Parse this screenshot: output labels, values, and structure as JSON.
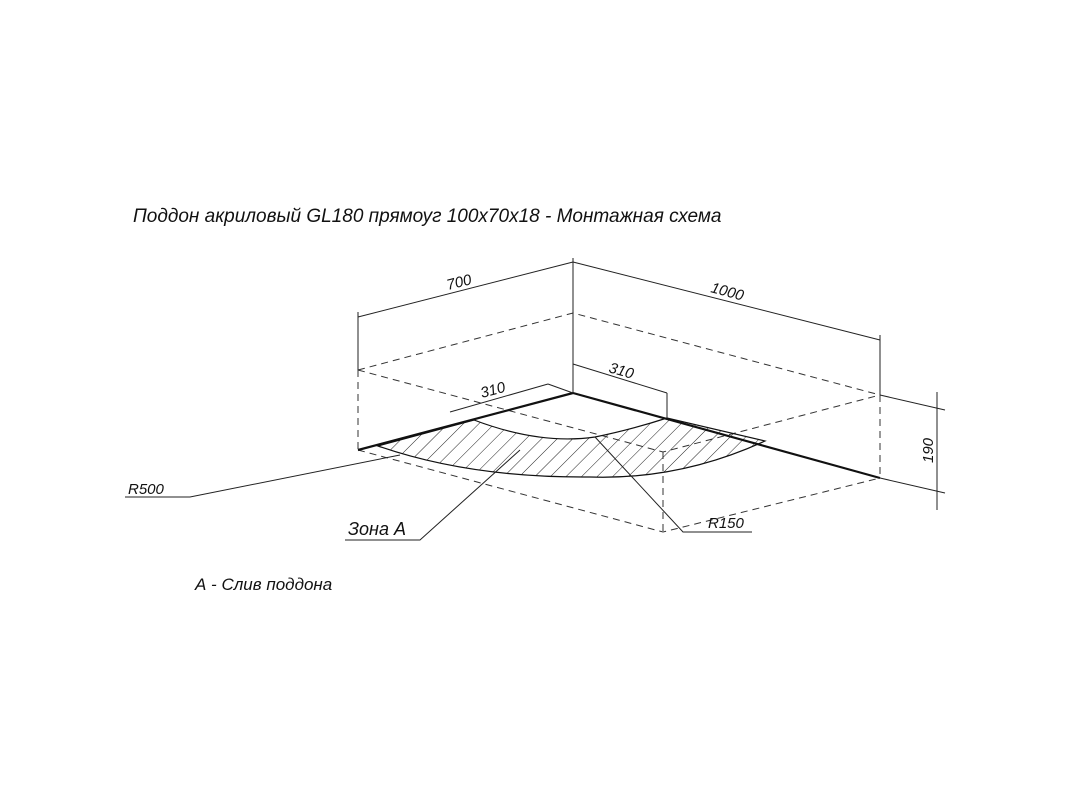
{
  "title": "Поддон акриловый  GL180 прямоуг 100х70х18 - Монтажная схема",
  "dimensions": {
    "width": "700",
    "length": "1000",
    "offset_right": "310",
    "offset_left": "310",
    "height": "190",
    "radius_outer": "R500",
    "radius_inner": "R150"
  },
  "zone_label": "Зона А",
  "legend": "А - Слив поддона",
  "colors": {
    "line": "#111111",
    "background": "#ffffff"
  }
}
